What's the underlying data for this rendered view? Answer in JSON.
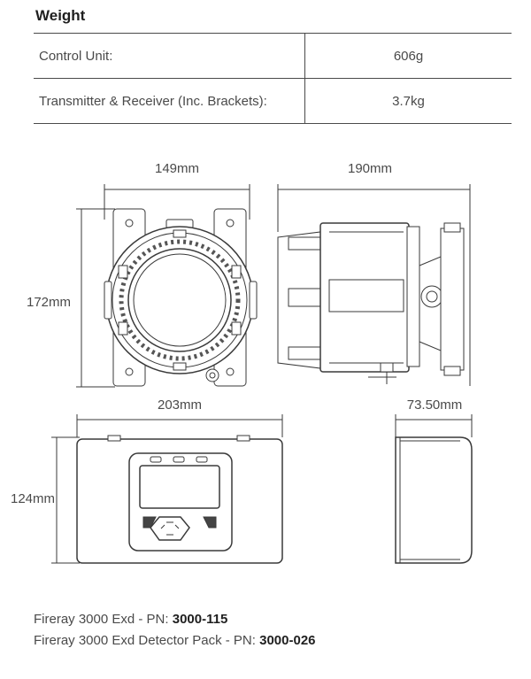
{
  "weight": {
    "title": "Weight",
    "rows": [
      {
        "label": "Control Unit:",
        "value": "606g"
      },
      {
        "label": "Transmitter & Receiver (Inc. Brackets):",
        "value": "3.7kg"
      }
    ]
  },
  "dimensions": {
    "detector_width": "149mm",
    "detector_depth": "190mm",
    "detector_height": "172mm",
    "control_width": "203mm",
    "control_depth": "73.50mm",
    "control_height": "124mm"
  },
  "parts": [
    {
      "text": "Fireray 3000 Exd - PN: ",
      "pn": "3000-115"
    },
    {
      "text": "Fireray 3000 Exd Detector Pack - PN: ",
      "pn": "3000-026"
    }
  ]
}
